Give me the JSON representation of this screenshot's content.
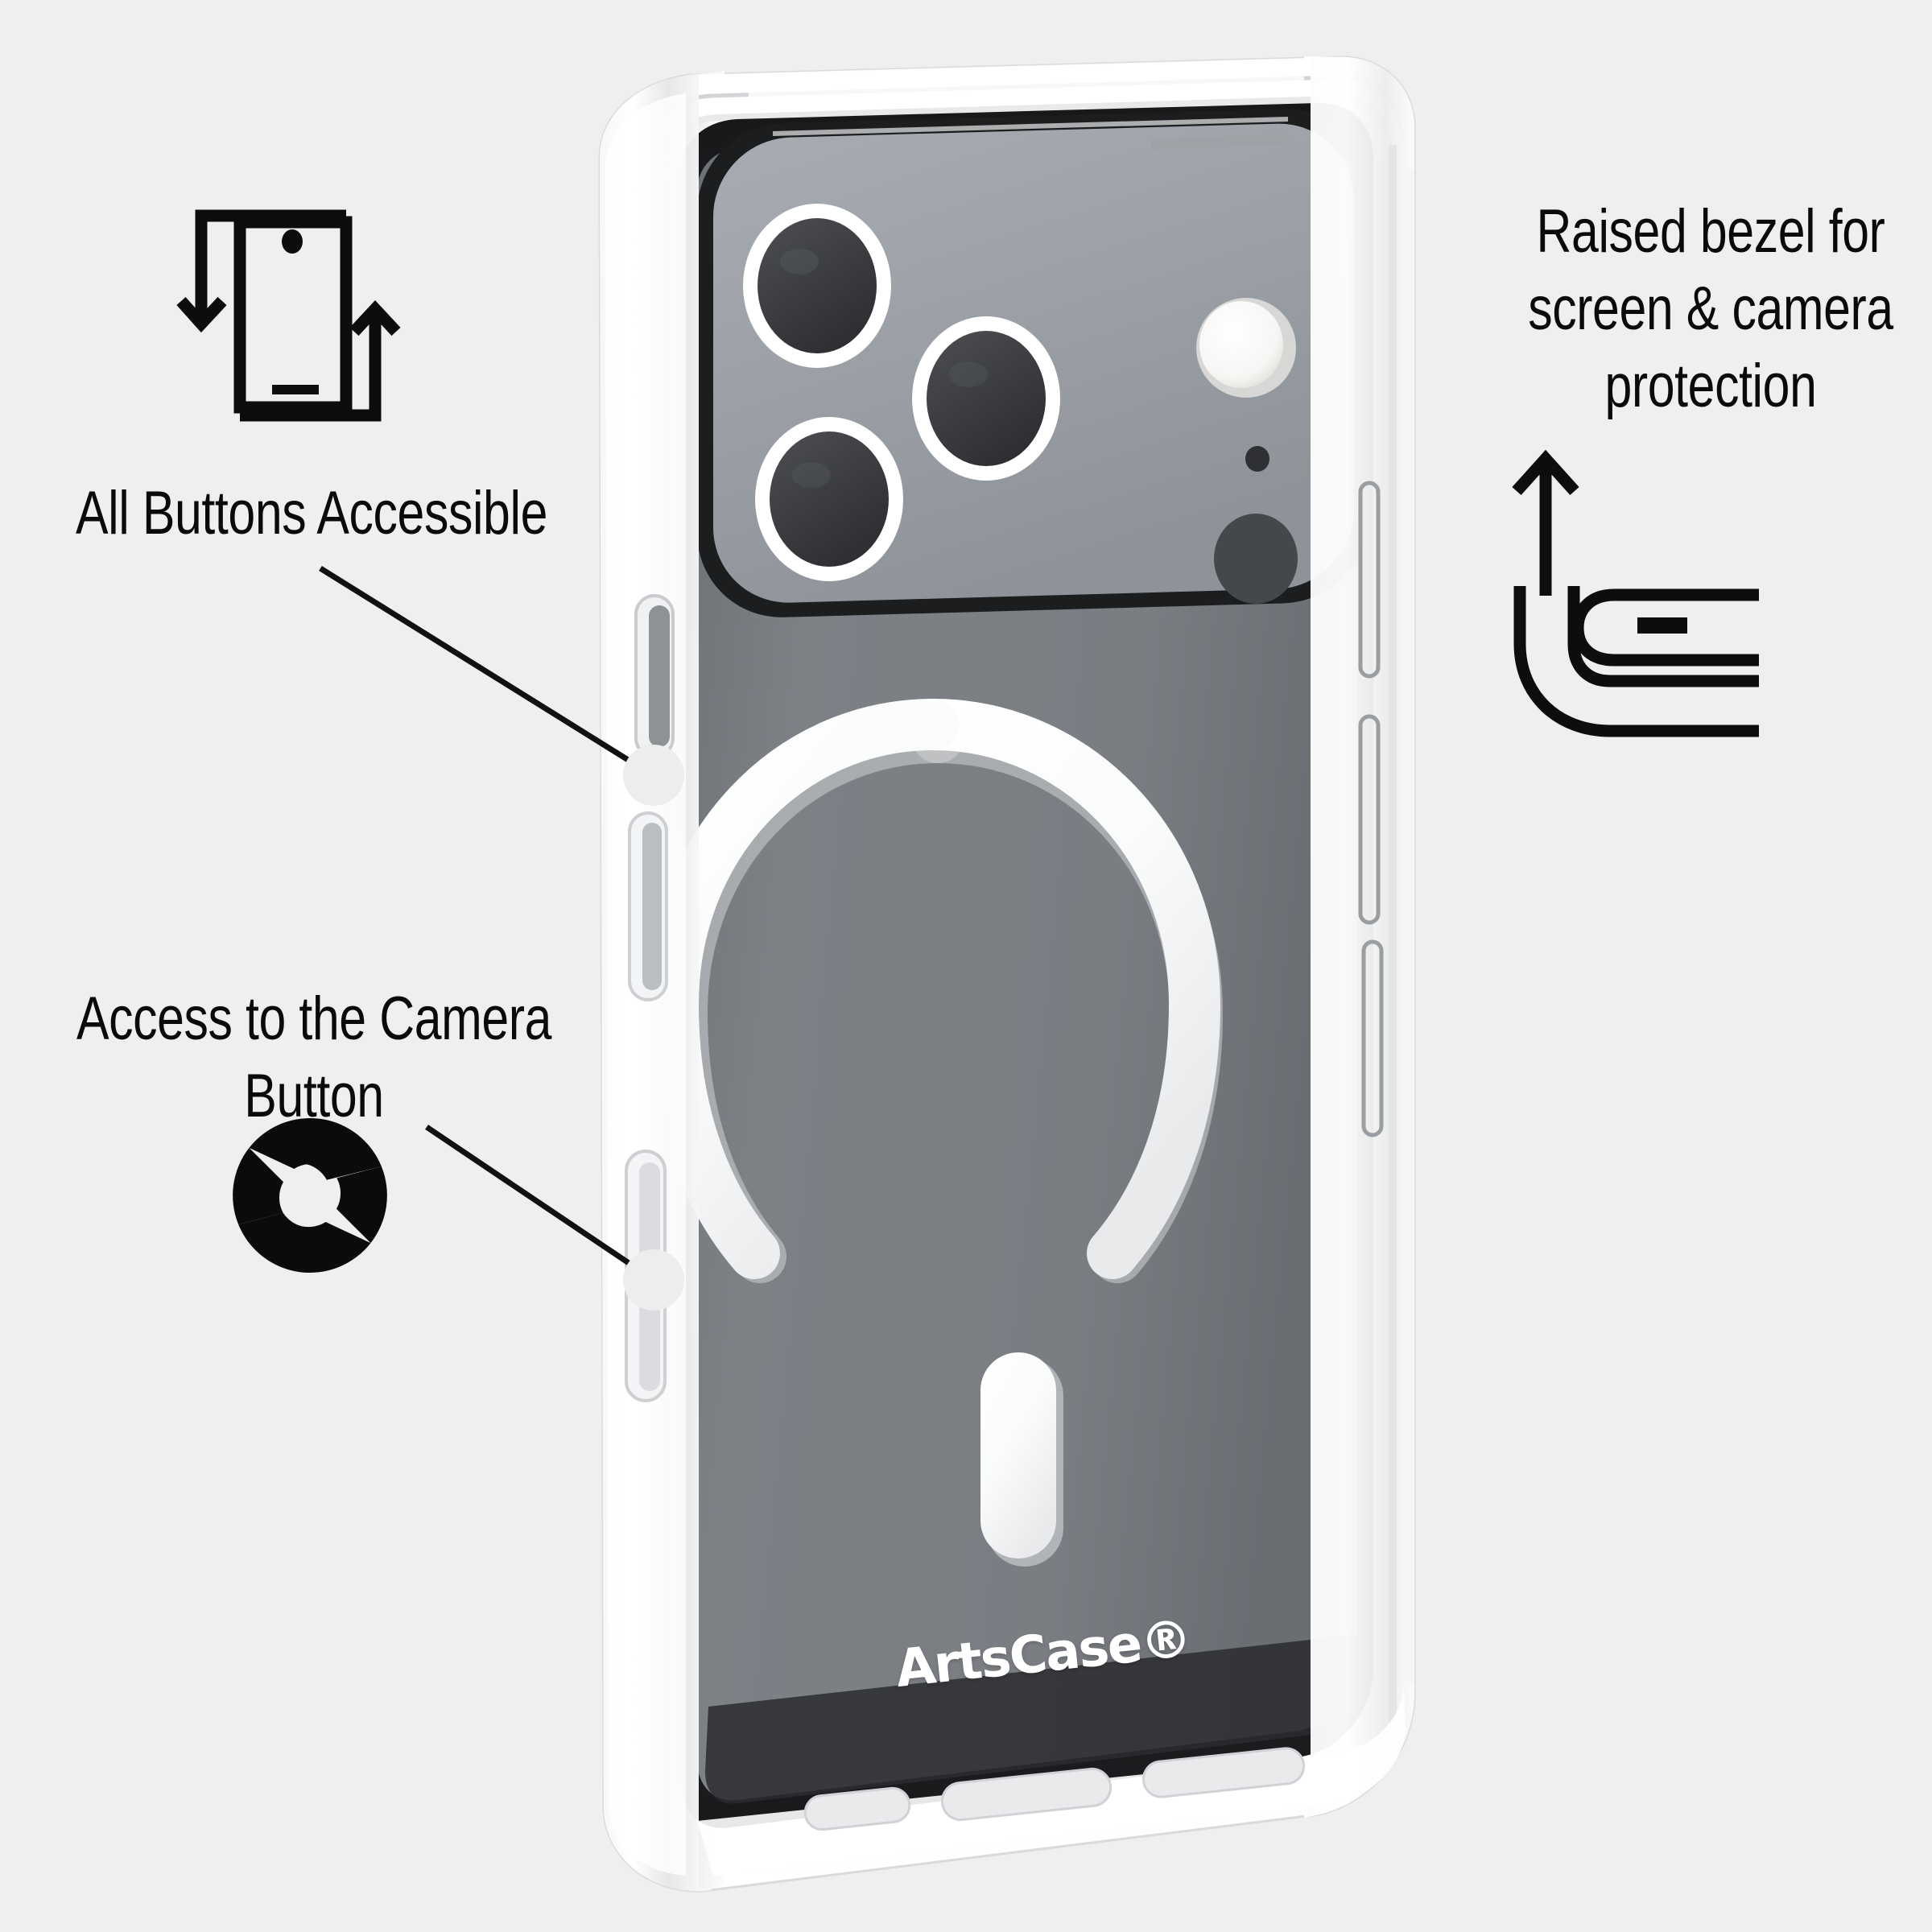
{
  "background_color": "#efefef",
  "product": {
    "brand_logo": "ArtsCase®",
    "device_body_color": "#7c8085",
    "camera_plateau_color": "#9ba0a6",
    "lens_color": "#3a3c3f",
    "case_color": "#ffffff",
    "magsafe_ring_color": "#fefefe"
  },
  "annotations": [
    {
      "id": "buttons",
      "text": "All Buttons Accessible",
      "icon": "phone-rotate-icon",
      "position": "left-top",
      "leader_line": true
    },
    {
      "id": "camera",
      "text": "Access to the Camera\nButton",
      "icon": "camera-aperture-icon",
      "position": "left-bottom",
      "leader_line": true
    },
    {
      "id": "bezel",
      "text": "Raised bezel for\nscreen & camera\nprotection",
      "icon": "raised-bezel-icon",
      "position": "right-top",
      "leader_line": false
    }
  ],
  "icon_names": {
    "phone_rotate": "phone-rotate-icon",
    "camera_aperture": "camera-aperture-icon",
    "raised_bezel": "raised-bezel-icon",
    "magsafe_ring": "magsafe-ring-icon",
    "camera_lens": "camera-lens-icon",
    "led_flash": "led-flash-icon",
    "lidar_sensor": "lidar-sensor-icon",
    "microphone": "microphone-icon"
  },
  "colors": {
    "text": "#0a0a0a",
    "line": "#111111",
    "background": "#efefef",
    "body_gray": "#7c8085",
    "plateau_gray": "#9ba0a6",
    "frame_dark": "#232528",
    "lens_dark": "#3a3c3f",
    "white": "#ffffff"
  }
}
